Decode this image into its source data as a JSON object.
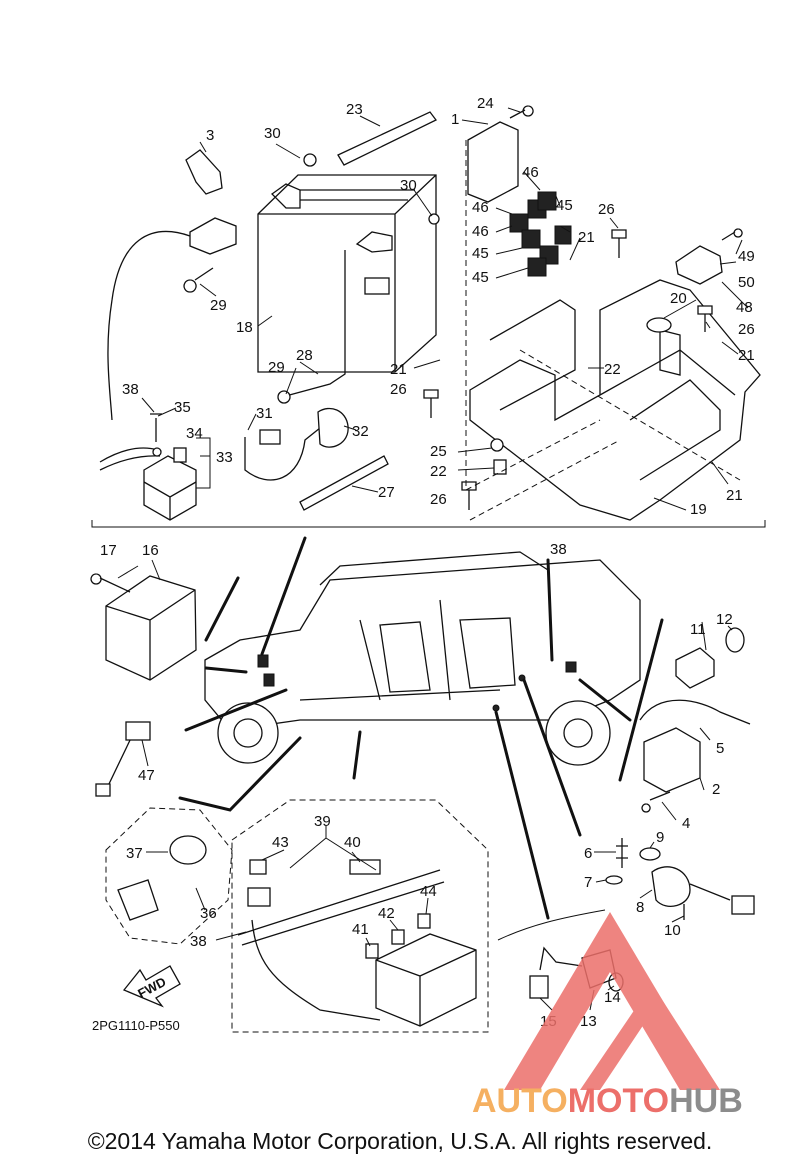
{
  "diagram_code": "2PG1110-P550",
  "fwd_label": "FWD",
  "copyright": "©2014 Yamaha Motor Corporation, U.S.A. All rights reserved.",
  "watermark": {
    "part1": "AUTO",
    "part2": "MOTO",
    "part3": "HUB",
    "color_orange": "#f5b061",
    "color_red": "#ec6f6a",
    "color_gray": "#8c8c8c"
  },
  "callouts": [
    "1",
    "2",
    "3",
    "4",
    "5",
    "6",
    "7",
    "8",
    "9",
    "10",
    "11",
    "12",
    "13",
    "14",
    "15",
    "16",
    "17",
    "18",
    "19",
    "20",
    "21",
    "21",
    "21",
    "21",
    "22",
    "22",
    "22",
    "23",
    "24",
    "25",
    "26",
    "26",
    "26",
    "26",
    "27",
    "28",
    "29",
    "29",
    "30",
    "30",
    "31",
    "32",
    "33",
    "34",
    "35",
    "36",
    "37",
    "38",
    "38",
    "38",
    "39",
    "40",
    "41",
    "42",
    "43",
    "44",
    "45",
    "45",
    "45",
    "46",
    "46",
    "46",
    "47",
    "48",
    "49",
    "50"
  ]
}
